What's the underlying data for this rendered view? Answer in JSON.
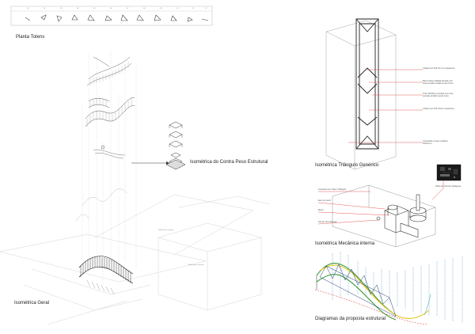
{
  "sections": {
    "planta_totens": "Planta Totens",
    "contrapeso": "Isométrica do Contra Peso Estrutural",
    "geral": "Isométrica Geral",
    "triangulo": "Isométrica Triângulo Genérico",
    "mecanica": "Isométrica Mecânica interna",
    "diagramas": "Diagramas da proposta estrutural"
  },
  "plan_strip": {
    "tick_labels": [
      "01",
      "02",
      "03",
      "04",
      "05",
      "06",
      "07",
      "08",
      "09",
      "10",
      "11",
      "12"
    ]
  },
  "triangle_callouts": [
    "Chapa inox 430 0,6 mm espessura",
    "Barra chata soldada ativada com tinta esmalte sintético preto fosco",
    "Tubo 30x30mm pintado com tinta esmalte sintético preto fosco",
    "Chapa inox 430 0,6mm espessura",
    "Conectado a base metálica 15x15mm"
  ],
  "mechanical_callouts": [
    "Conexão com Totem Triângulo",
    "Eixo do motor",
    "Motor",
    "Sensor de presença"
  ],
  "circuit_label": "Placa do Circuito inteligente",
  "building_labels": [
    "Edificação existente",
    "Edificação existente"
  ]
}
